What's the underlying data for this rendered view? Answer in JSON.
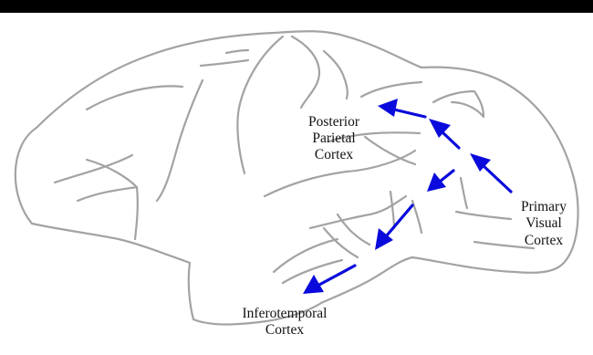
{
  "colors": {
    "background": "#ffffff",
    "top_bar": "#000000",
    "brain_outline": "#a3a3a3",
    "pathway_arrow": "#0a0adc",
    "label_text": "#111111"
  },
  "labels": {
    "posterior_parietal": [
      "Posterior",
      "Parietal",
      "Cortex"
    ],
    "primary_visual": [
      "Primary",
      "Visual",
      "Cortex"
    ],
    "inferotemporal": [
      "Inferotemporal",
      "Cortex"
    ]
  }
}
